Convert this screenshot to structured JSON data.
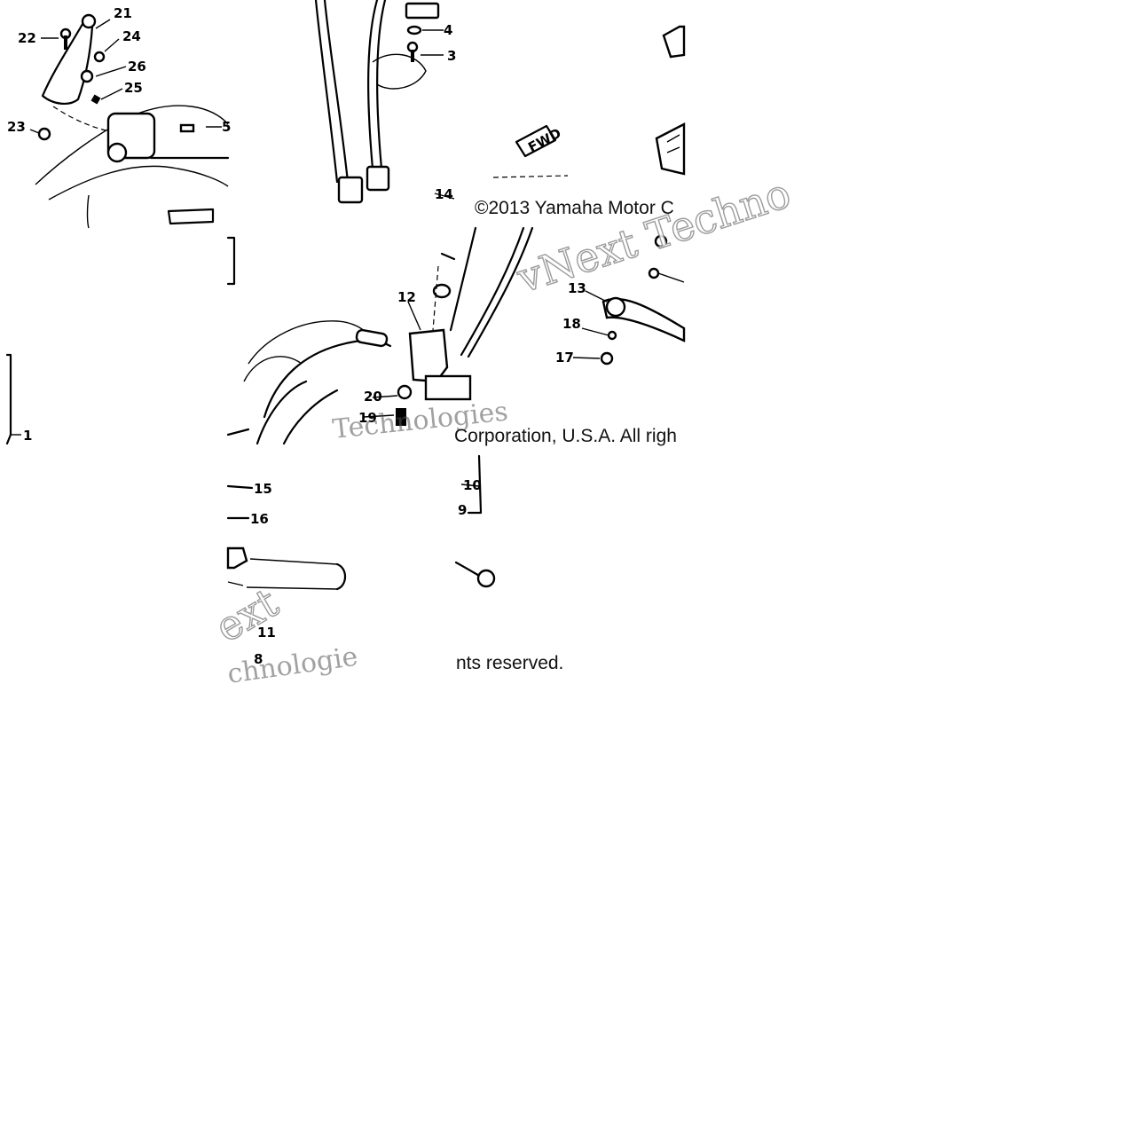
{
  "diagram": {
    "copyright_lines": [
      "©2013 Yamaha Motor C",
      "Corporation, U.S.A. All righ",
      "nts reserved."
    ],
    "watermark_lines": [
      "vNext Techno",
      "Technologies",
      "ext",
      "chnologie"
    ],
    "fwd_label": "FWD",
    "callouts": {
      "n1": "1",
      "n3": "3",
      "n4": "4",
      "n5": "5",
      "n8": "8",
      "n9": "9",
      "n10": "10",
      "n11": "11",
      "n12": "12",
      "n13": "13",
      "n14": "14",
      "n15": "15",
      "n16": "16",
      "n17": "17",
      "n18": "18",
      "n19": "19",
      "n20": "20",
      "n21": "21",
      "n22": "22",
      "n23": "23",
      "n24": "24",
      "n25": "25",
      "n26": "26"
    }
  }
}
